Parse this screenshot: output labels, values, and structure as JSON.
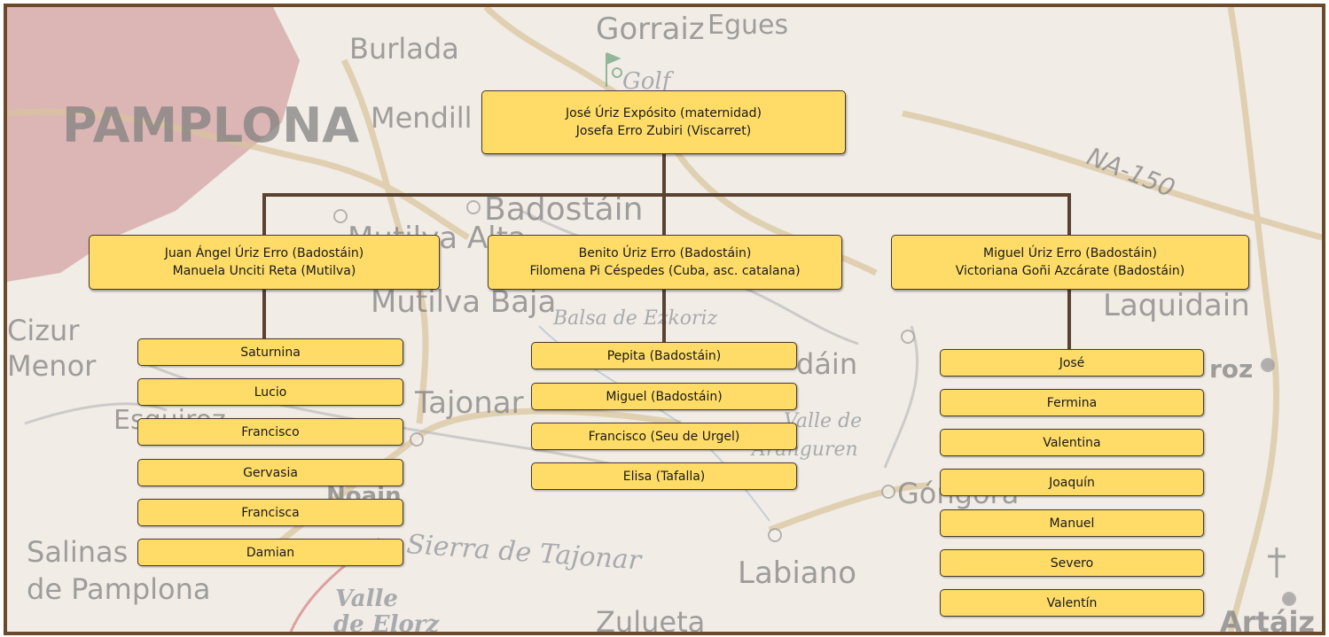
{
  "map": {
    "labels": [
      "Gorraiz",
      "Egues",
      "Burlada",
      "Golf",
      "PAMPLONA",
      "Mendill",
      "NA-150",
      "Badostáin",
      "Mutilva Alta",
      "Mutilva Baja",
      "Cizur",
      "Menor",
      "Balsa de Ezkoriz",
      "Laquidain",
      "roz",
      "Tajonar",
      "dáin",
      "Valle de",
      "Aranguren",
      "Esquiroz",
      "Noain",
      "Góngora",
      "Salinas",
      "de Pamplona",
      "Sierra de Tajonar",
      "Labiano",
      "Valle",
      "de Elorz",
      "Zulueta",
      "Artáiz"
    ],
    "icons": [
      "golf-icon",
      "cross-icon"
    ]
  },
  "tree": {
    "root": {
      "line1": "José Úriz Expósito (maternidad)",
      "line2": "Josefa Erro Zubiri (Viscarret)"
    },
    "families": [
      {
        "line1": "Juan Ángel Úriz Erro (Badostáin)",
        "line2": "Manuela Unciti Reta (Mutilva)",
        "children": [
          "Saturnina",
          "Lucio",
          "Francisco",
          "Gervasia",
          "Francisca",
          "Damian"
        ]
      },
      {
        "line1": "Benito Úriz Erro (Badostáin)",
        "line2": "Filomena Pi Céspedes (Cuba, asc. catalana)",
        "children": [
          "Pepita (Badostáin)",
          "Miguel (Badostáin)",
          "Francisco (Seu de Urgel)",
          "Elisa (Tafalla)"
        ]
      },
      {
        "line1": "Miguel Úriz Erro (Badostáin)",
        "line2": "Victoriana Goñi Azcárate (Badostáin)",
        "children": [
          "José",
          "Fermina",
          "Valentina",
          "Joaquín",
          "Manuel",
          "Severo",
          "Valentín"
        ]
      }
    ]
  },
  "colors": {
    "frame": "#6b4a2b",
    "box_fill": "#fedc67",
    "connector": "#5a4230"
  }
}
